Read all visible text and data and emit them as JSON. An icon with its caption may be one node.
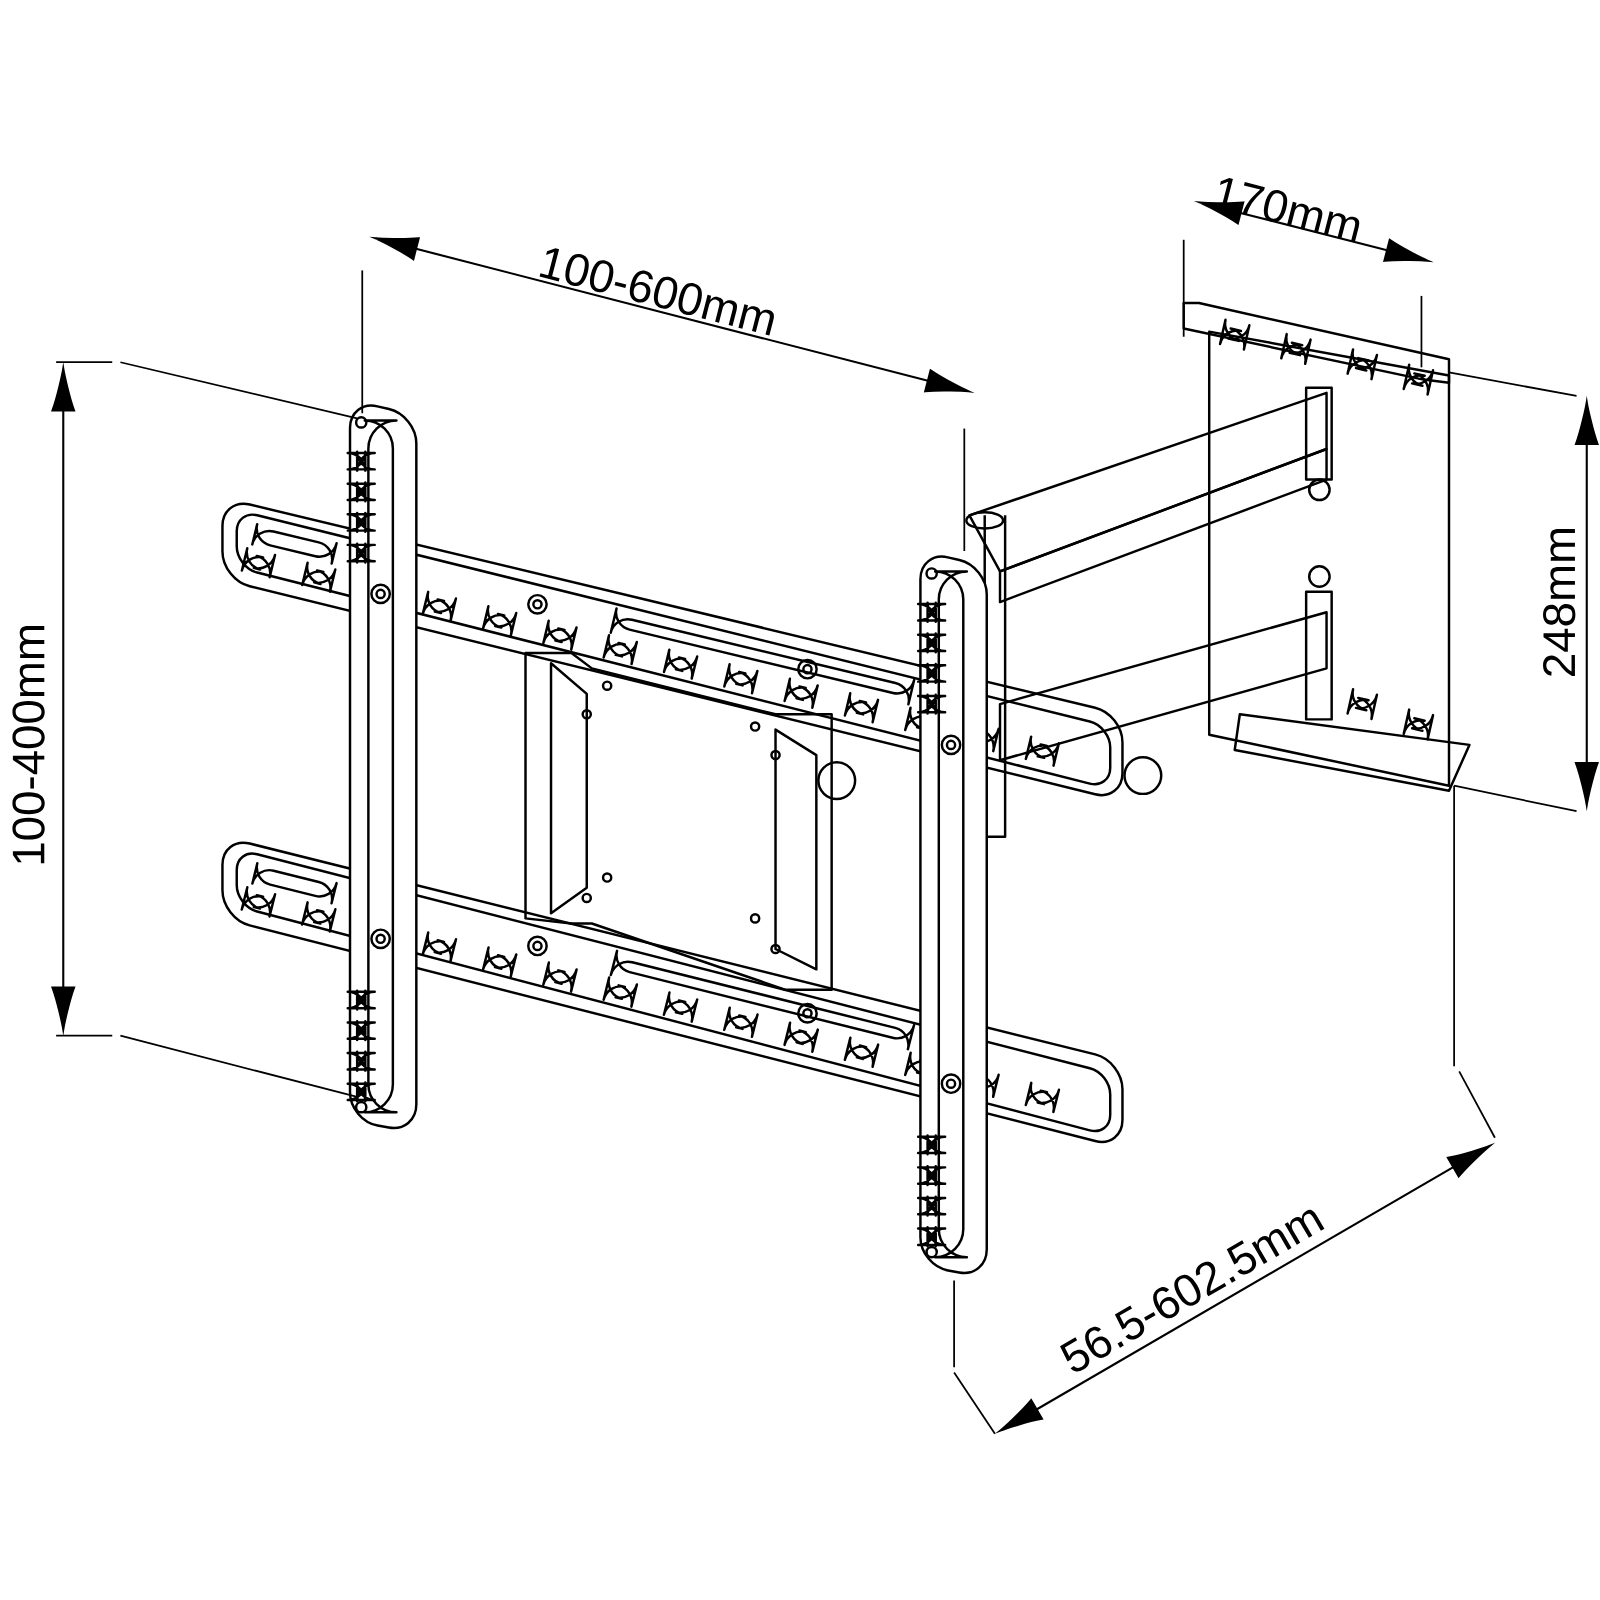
{
  "diagram": {
    "labels": [
      "170mm",
      "100-600mm",
      "248mm",
      "100-400mm",
      "56.5-602.5mm"
    ]
  }
}
